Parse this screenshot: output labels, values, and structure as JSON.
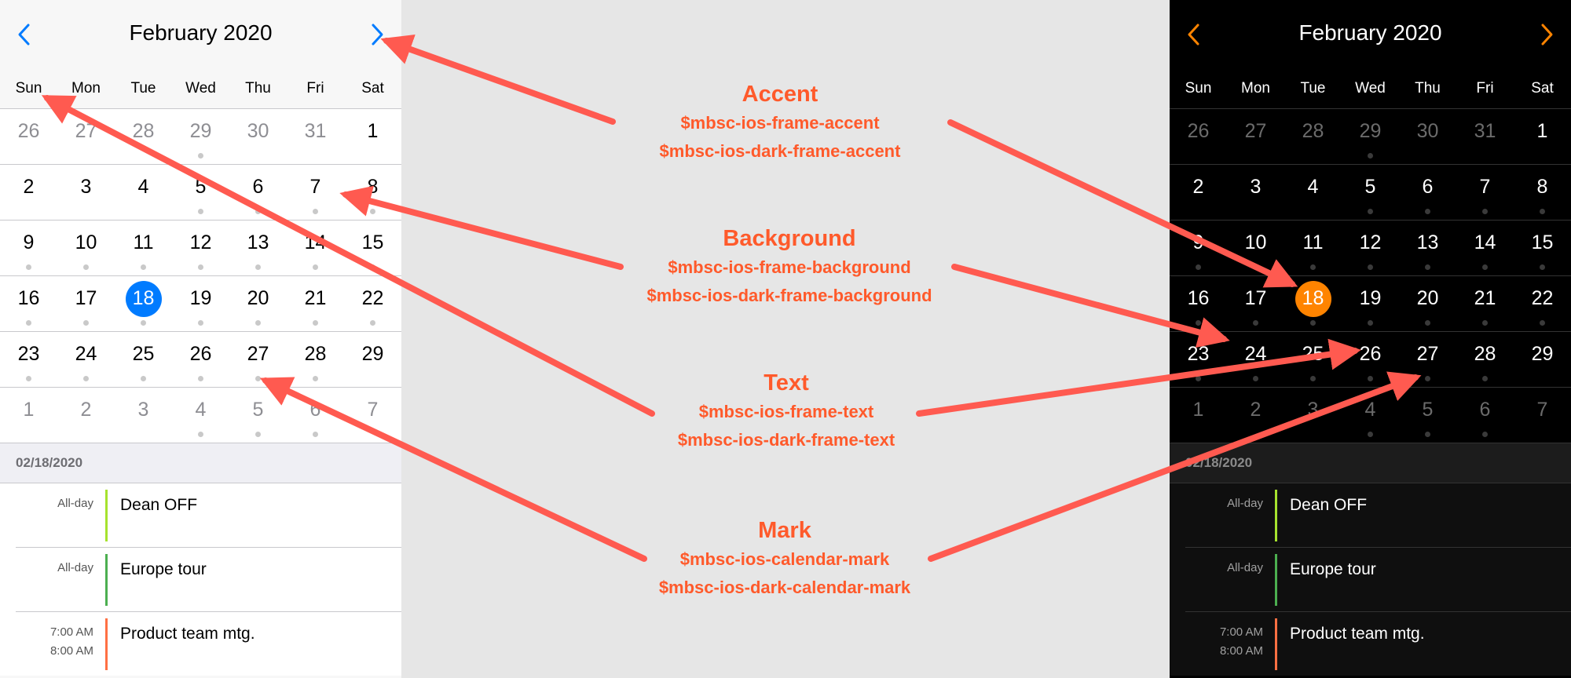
{
  "calendar": {
    "title": "February 2020",
    "weekdays": [
      "Sun",
      "Mon",
      "Tue",
      "Wed",
      "Thu",
      "Fri",
      "Sat"
    ],
    "weeks": [
      [
        {
          "d": "26",
          "o": true,
          "m": false
        },
        {
          "d": "27",
          "o": true,
          "m": false
        },
        {
          "d": "28",
          "o": true,
          "m": false
        },
        {
          "d": "29",
          "o": true,
          "m": true
        },
        {
          "d": "30",
          "o": true,
          "m": false
        },
        {
          "d": "31",
          "o": true,
          "m": false
        },
        {
          "d": "1",
          "o": false,
          "m": false
        }
      ],
      [
        {
          "d": "2",
          "o": false,
          "m": false
        },
        {
          "d": "3",
          "o": false,
          "m": false
        },
        {
          "d": "4",
          "o": false,
          "m": false
        },
        {
          "d": "5",
          "o": false,
          "m": true
        },
        {
          "d": "6",
          "o": false,
          "m": true
        },
        {
          "d": "7",
          "o": false,
          "m": true
        },
        {
          "d": "8",
          "o": false,
          "m": true
        }
      ],
      [
        {
          "d": "9",
          "o": false,
          "m": true
        },
        {
          "d": "10",
          "o": false,
          "m": true
        },
        {
          "d": "11",
          "o": false,
          "m": true
        },
        {
          "d": "12",
          "o": false,
          "m": true
        },
        {
          "d": "13",
          "o": false,
          "m": true
        },
        {
          "d": "14",
          "o": false,
          "m": true
        },
        {
          "d": "15",
          "o": false,
          "m": true
        }
      ],
      [
        {
          "d": "16",
          "o": false,
          "m": true
        },
        {
          "d": "17",
          "o": false,
          "m": true
        },
        {
          "d": "18",
          "o": false,
          "m": true,
          "sel": true
        },
        {
          "d": "19",
          "o": false,
          "m": true
        },
        {
          "d": "20",
          "o": false,
          "m": true
        },
        {
          "d": "21",
          "o": false,
          "m": true
        },
        {
          "d": "22",
          "o": false,
          "m": true
        }
      ],
      [
        {
          "d": "23",
          "o": false,
          "m": true
        },
        {
          "d": "24",
          "o": false,
          "m": true
        },
        {
          "d": "25",
          "o": false,
          "m": true
        },
        {
          "d": "26",
          "o": false,
          "m": true
        },
        {
          "d": "27",
          "o": false,
          "m": true
        },
        {
          "d": "28",
          "o": false,
          "m": true
        },
        {
          "d": "29",
          "o": false,
          "m": false
        }
      ],
      [
        {
          "d": "1",
          "o": true,
          "m": false
        },
        {
          "d": "2",
          "o": true,
          "m": false
        },
        {
          "d": "3",
          "o": true,
          "m": false
        },
        {
          "d": "4",
          "o": true,
          "m": true
        },
        {
          "d": "5",
          "o": true,
          "m": true
        },
        {
          "d": "6",
          "o": true,
          "m": true
        },
        {
          "d": "7",
          "o": true,
          "m": false
        }
      ]
    ],
    "selected_date": "02/18/2020",
    "events": [
      {
        "time1": "All-day",
        "time2": "",
        "title": "Dean OFF",
        "color": "#a6e22e"
      },
      {
        "time1": "All-day",
        "time2": "",
        "title": "Europe tour",
        "color": "#4caf50"
      },
      {
        "time1": "7:00 AM",
        "time2": "8:00 AM",
        "title": "Product team mtg.",
        "color": "#ff7043"
      }
    ]
  },
  "themes": {
    "light": {
      "accent": "#007bff",
      "background": "#ffffff",
      "text": "#000000",
      "mark": "#c9c9c9"
    },
    "dark": {
      "accent": "#ff8400",
      "background": "#000000",
      "text": "#ffffff",
      "mark": "#3a3a3a"
    }
  },
  "annotations": {
    "color": "#ff5a2b",
    "accent": {
      "label": "Accent",
      "var1": "$mbsc-ios-frame-accent",
      "var2": "$mbsc-ios-dark-frame-accent"
    },
    "background": {
      "label": "Background",
      "var1": "$mbsc-ios-frame-background",
      "var2": "$mbsc-ios-dark-frame-background"
    },
    "text": {
      "label": "Text",
      "var1": "$mbsc-ios-frame-text",
      "var2": "$mbsc-ios-dark-frame-text"
    },
    "mark": {
      "label": "Mark",
      "var1": "$mbsc-ios-calendar-mark",
      "var2": "$mbsc-ios-dark-calendar-mark"
    }
  }
}
